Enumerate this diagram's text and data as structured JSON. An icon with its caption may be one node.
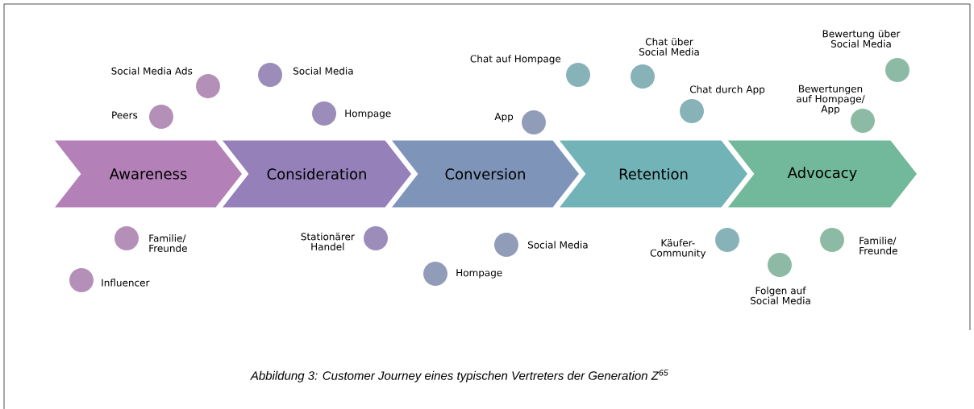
{
  "diagram": {
    "nodes": [
      {
        "text": [
          "Awareness"
        ]
      },
      {
        "text": [
          "Consideration"
        ]
      },
      {
        "text": [
          "Conversion"
        ]
      },
      {
        "text": [
          "Retention"
        ]
      },
      {
        "text": [
          "Advocacy"
        ]
      },
      {
        "text": [],
        "shape": "circle",
        "beside": [
          "Social Media Ads"
        ]
      },
      {
        "text": [],
        "shape": "circle",
        "beside": [
          "Peers"
        ]
      },
      {
        "text": [],
        "shape": "circle",
        "beside": [
          "Social Media"
        ]
      },
      {
        "text": [],
        "shape": "circle",
        "beside": [
          "Hompage"
        ]
      },
      {
        "text": [],
        "shape": "circle",
        "beside": [
          "Chat auf Hompage"
        ]
      },
      {
        "text": [],
        "shape": "circle",
        "beside": [
          "App"
        ]
      },
      {
        "text": [],
        "shape": "circle",
        "beside": [
          "Chat über Social Media"
        ]
      },
      {
        "text": [],
        "shape": "circle",
        "beside": [
          "Chat durch App"
        ]
      },
      {
        "text": [],
        "shape": "circle",
        "beside": [
          "Bewertungen auf Hompage/ App"
        ]
      },
      {
        "text": [],
        "shape": "circle",
        "beside": [
          "Bewertung über Social Media"
        ]
      },
      {
        "text": [],
        "shape": "circle",
        "beside": [
          "Familie/ Freunde"
        ]
      },
      {
        "text": [],
        "shape": "circle",
        "beside": [
          "Influencer"
        ]
      },
      {
        "text": [],
        "shape": "circle",
        "beside": [
          "Stationärer Handel"
        ]
      },
      {
        "text": [],
        "shape": "circle",
        "beside": [
          "Hompage"
        ]
      },
      {
        "text": [],
        "shape": "circle",
        "beside": [
          "Social Media"
        ]
      },
      {
        "text": [],
        "shape": "circle",
        "beside": [
          "Käufer-Community"
        ]
      },
      {
        "text": [],
        "shape": "circle",
        "beside": [
          "Folgen auf Social Media"
        ]
      },
      {
        "text": [],
        "shape": "circle",
        "beside": [
          "Familie/ Freunde"
        ]
      }
    ],
    "caption": "Abbildung 3: Customer Journey eines typischen Vertreters der Generation Z$^{65}$"
  }
}
